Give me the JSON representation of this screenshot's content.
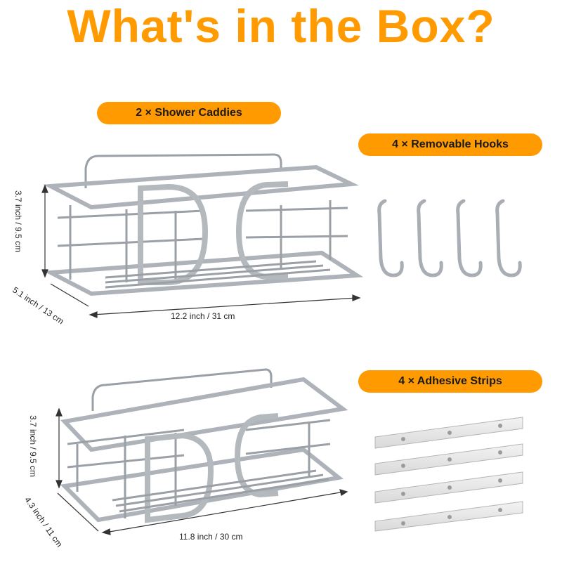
{
  "title": "What's in the Box?",
  "colors": {
    "accent": "#ff9a00",
    "metal": "#b9bec4",
    "metal_dark": "#7d838a"
  },
  "labels": {
    "caddies": "2 × Shower Caddies",
    "hooks": "4 × Removable Hooks",
    "strips": "4 × Adhesive Strips"
  },
  "caddy_large": {
    "height": "3.7 inch / 9.5 cm",
    "depth": "5.1 inch / 13 cm",
    "width": "12.2 inch / 31 cm"
  },
  "caddy_small": {
    "height": "3.7 inch / 9.5 cm",
    "depth": "4.3 inch / 11 cm",
    "width": "11.8 inch / 30 cm"
  },
  "items": {
    "hook_icon": "s-hook-icon",
    "strip_icon": "adhesive-strip-icon",
    "caddy_icon": "shower-caddy-icon"
  }
}
